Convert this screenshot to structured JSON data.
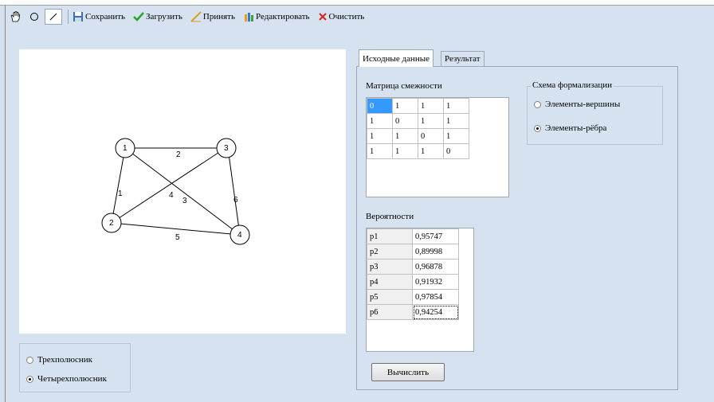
{
  "toolbar": {
    "save_label": "Сохранить",
    "load_label": "Загрузить",
    "accept_label": "Принять",
    "edit_label": "Редактировать",
    "clear_label": "Очистить"
  },
  "graph": {
    "nodes": [
      "1",
      "2",
      "3",
      "4"
    ],
    "edge_labels": [
      "1",
      "2",
      "3",
      "4",
      "5",
      "6"
    ]
  },
  "pole_mode": {
    "options": [
      "Трехполюсник",
      "Четырехполюсник"
    ],
    "selected": "Четырехполюсник"
  },
  "tabs": [
    "Исходные данные",
    "Результат"
  ],
  "active_tab": "Исходные данные",
  "adjacency": {
    "title": "Матрица смежности",
    "rows": [
      [
        "0",
        "1",
        "1",
        "1"
      ],
      [
        "1",
        "0",
        "1",
        "1"
      ],
      [
        "1",
        "1",
        "0",
        "1"
      ],
      [
        "1",
        "1",
        "1",
        "0"
      ]
    ]
  },
  "scheme": {
    "title": "Схема формализации",
    "options": [
      "Элементы-вершины",
      "Элементы-рёбра"
    ],
    "selected": "Элементы-рёбра"
  },
  "probabilities": {
    "title": "Вероятности",
    "rows": [
      {
        "name": "p1",
        "value": "0,95747"
      },
      {
        "name": "p2",
        "value": "0,89998"
      },
      {
        "name": "p3",
        "value": "0,96878"
      },
      {
        "name": "p4",
        "value": "0,91932"
      },
      {
        "name": "p5",
        "value": "0,97854"
      },
      {
        "name": "p6",
        "value": "0,94254"
      }
    ]
  },
  "compute_label": "Вычислить"
}
